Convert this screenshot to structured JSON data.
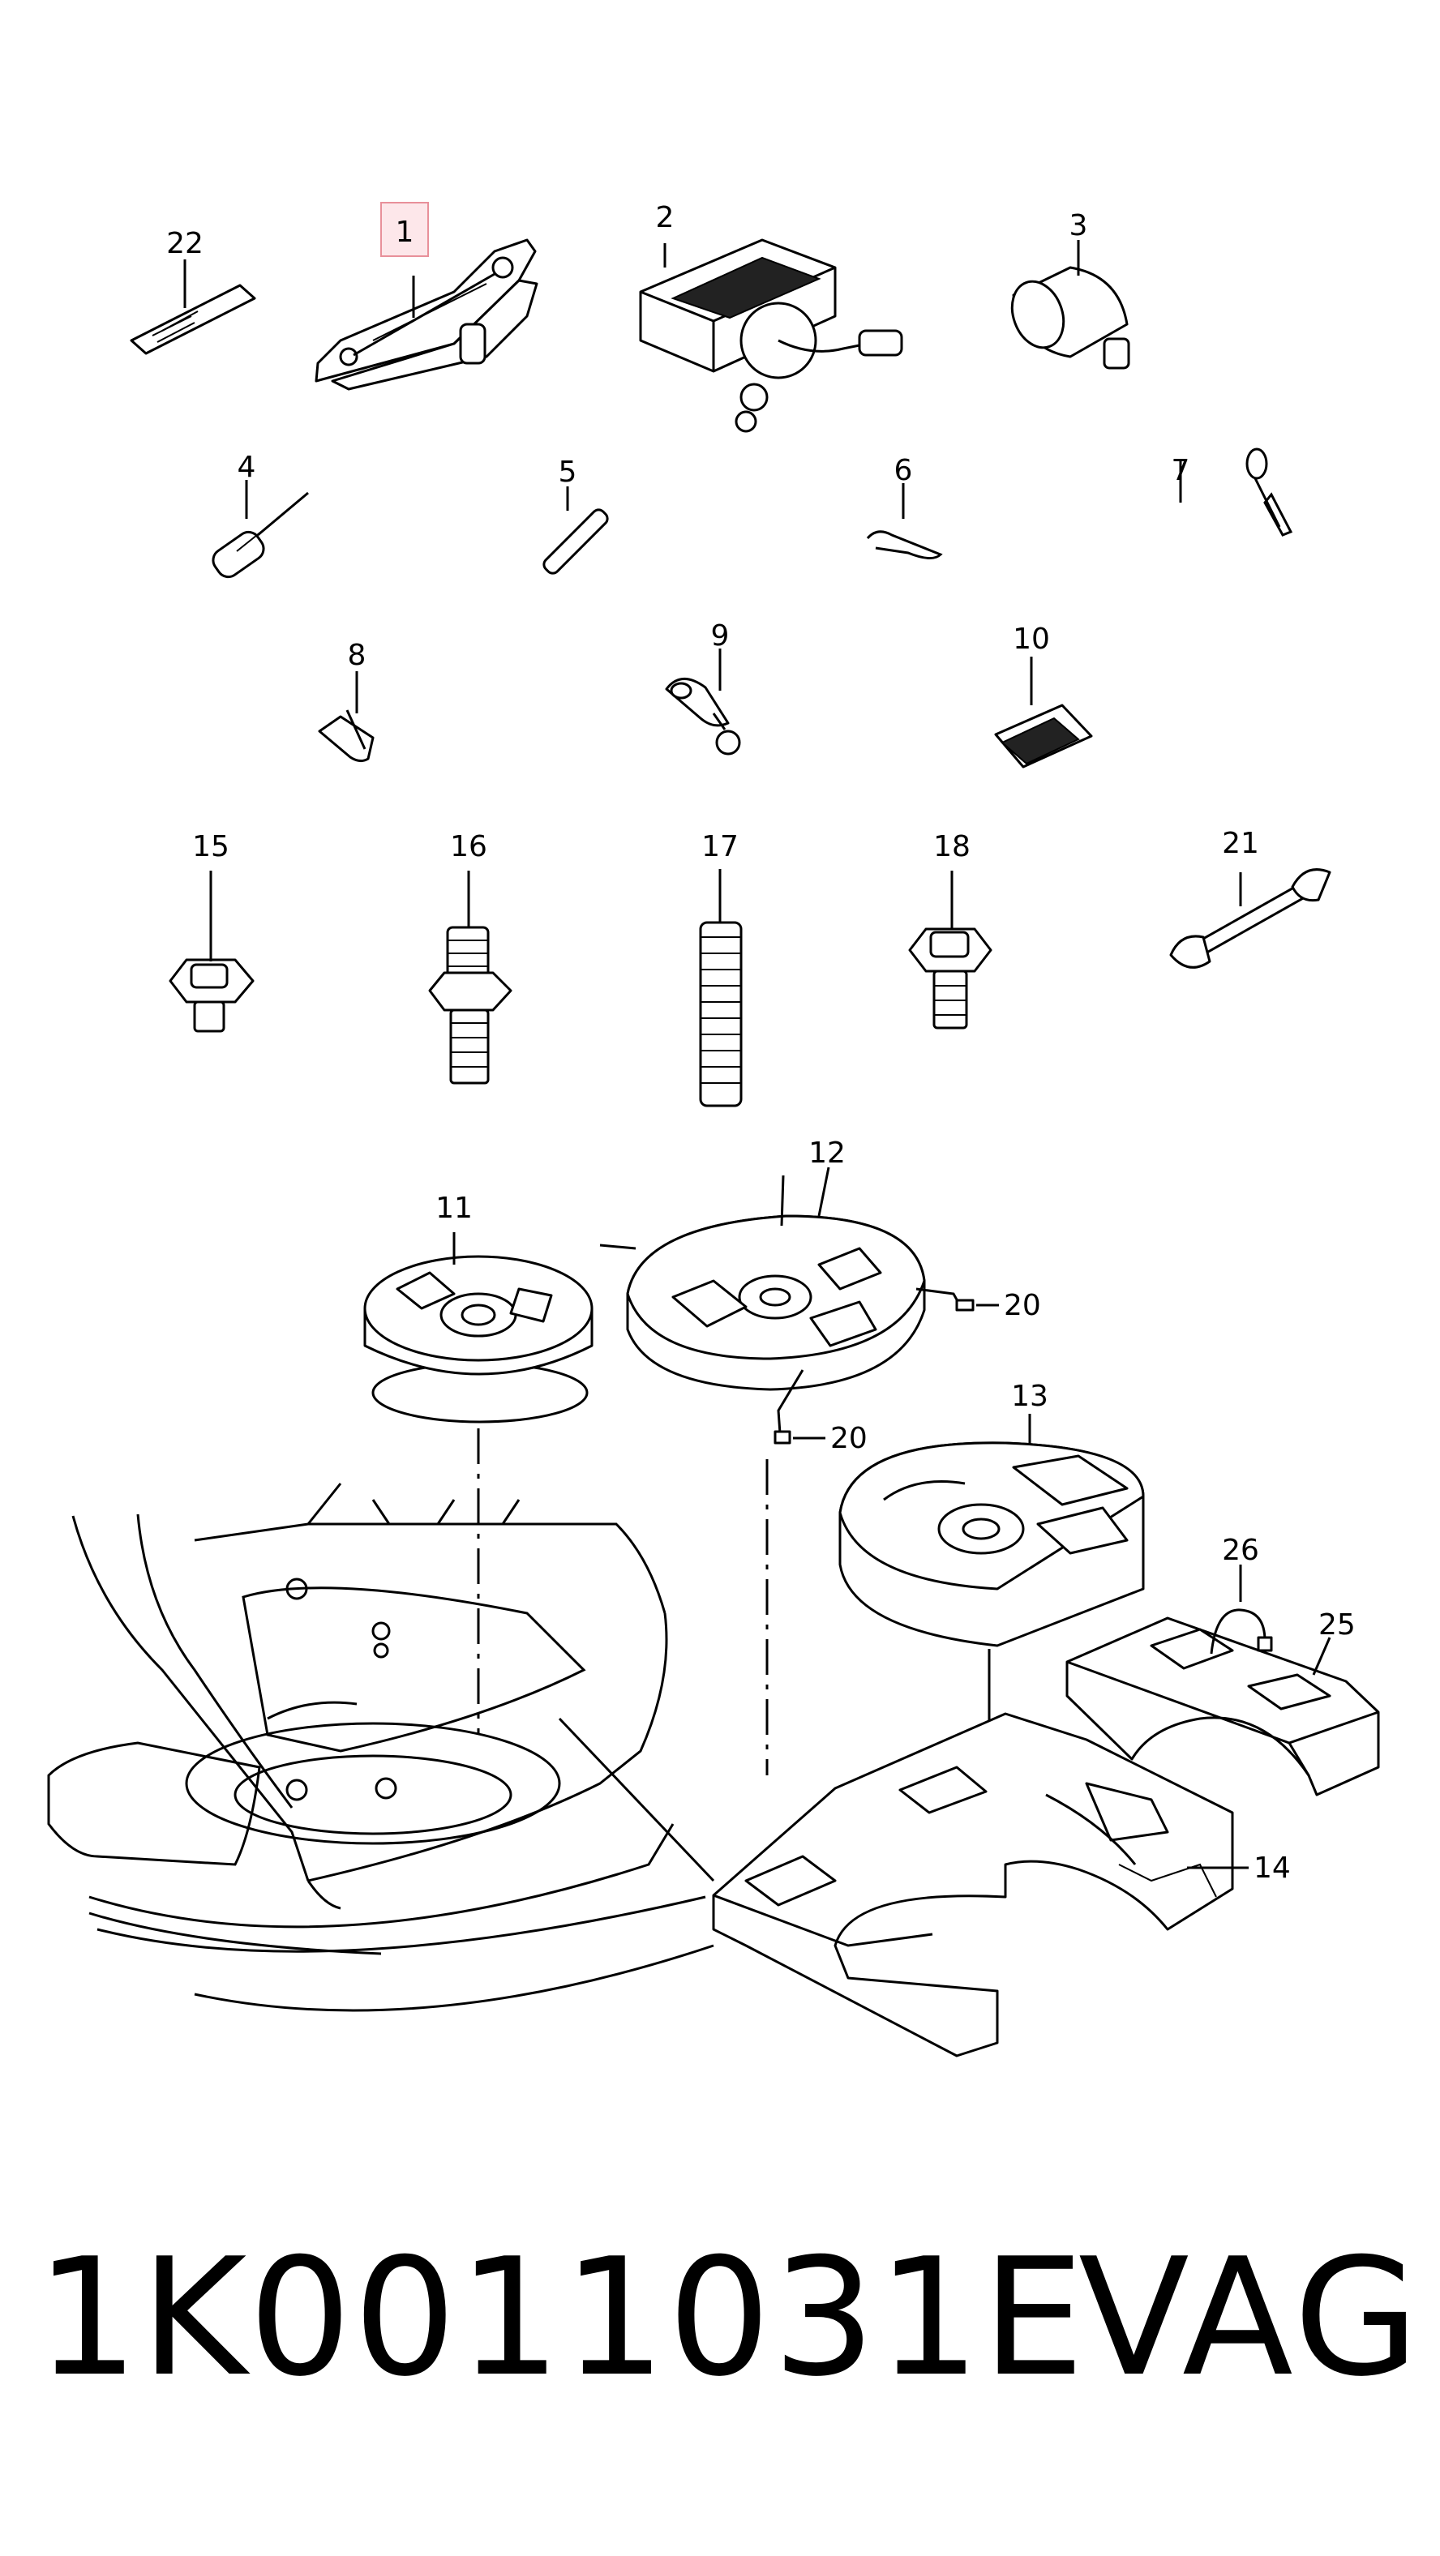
{
  "diagram": {
    "callouts": {
      "p1": "1",
      "p2": "2",
      "p3": "3",
      "p4": "4",
      "p5": "5",
      "p6": "6",
      "p7": "7",
      "p8": "8",
      "p9": "9",
      "p10": "10",
      "p11": "11",
      "p12": "12",
      "p13": "13",
      "p14": "14",
      "p15": "15",
      "p16": "16",
      "p17": "17",
      "p18": "18",
      "p20a": "20",
      "p20b": "20",
      "p21": "21",
      "p22": "22",
      "p25": "25",
      "p26": "26"
    },
    "highlight_color": "#e8909a"
  },
  "footer": {
    "part_number": "1K0011031E",
    "brand": "VAG"
  }
}
